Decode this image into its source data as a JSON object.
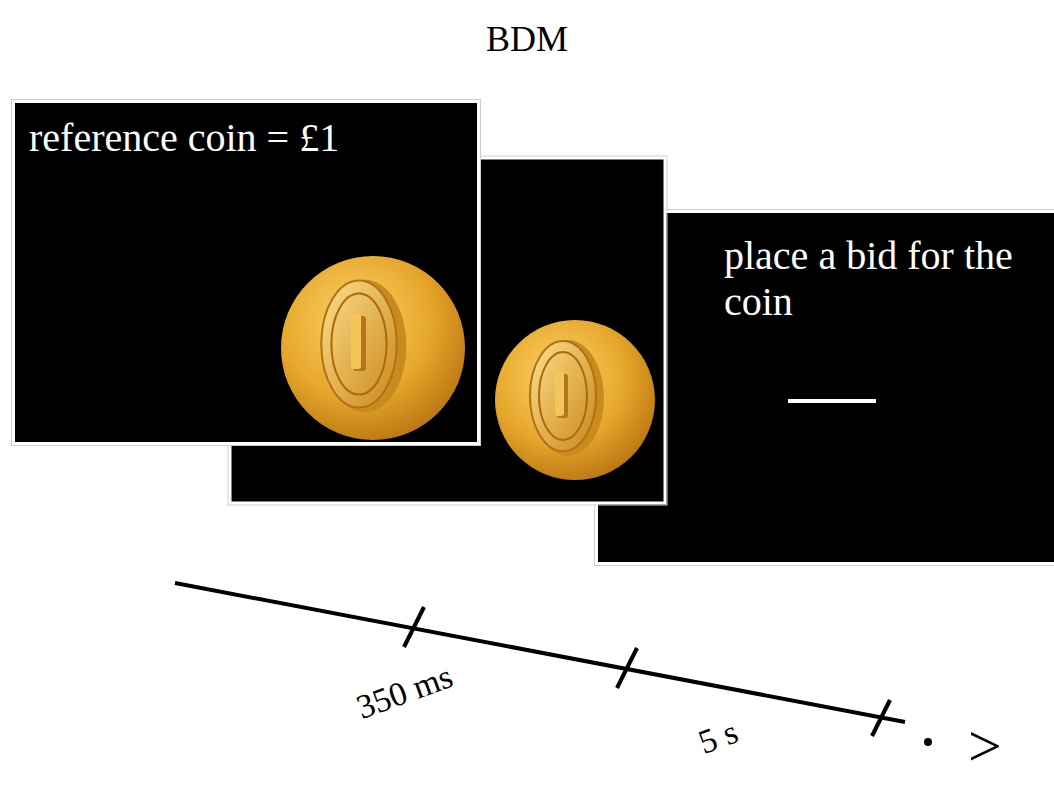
{
  "diagram": {
    "title": "BDM",
    "nodes": [
      {
        "text": [
          "reference coin = £1"
        ]
      },
      {
        "text": [
          "place a bid for the coin"
        ]
      }
    ],
    "labels": [
      "350 ms",
      "5 s",
      ">"
    ]
  }
}
